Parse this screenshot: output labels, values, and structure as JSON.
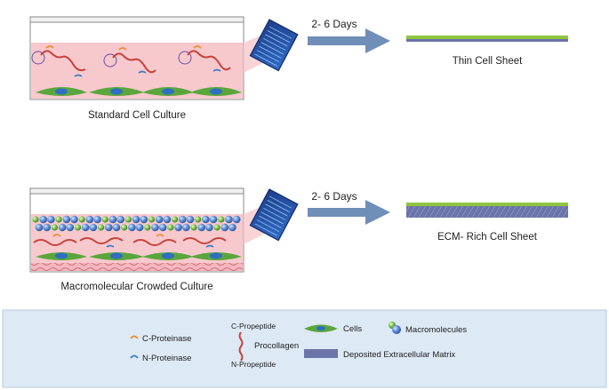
{
  "panels": [
    {
      "culture_label": "Standard Cell Culture",
      "duration_label": "2- 6 Days",
      "result_label": "Thin Cell Sheet"
    },
    {
      "culture_label": "Macromolecular Crowded Culture",
      "duration_label": "2- 6 Days",
      "result_label": "ECM- Rich Cell Sheet"
    }
  ],
  "legend": {
    "c_proteinase": "C-Proteinase",
    "n_proteinase": "N-Proteinase",
    "c_propeptide": "C-Propeptide",
    "procollagen": "Procollagen",
    "n_propeptide": "N-Propeptide",
    "cells": "Cells",
    "macromolecules": "Macromolecules",
    "deposited_ecm": "Deposited Extracellular Matrix"
  },
  "colors": {
    "medium": "#f7c9cd",
    "cell": "#5aa63c",
    "nucleus": "#2f6fc0",
    "arrow": "#6f8fb8",
    "sheet_green": "#8ec63f",
    "ecm": "#6b74a8",
    "legend_bg": "#dde9f5",
    "procollagen": "#c8423c"
  }
}
